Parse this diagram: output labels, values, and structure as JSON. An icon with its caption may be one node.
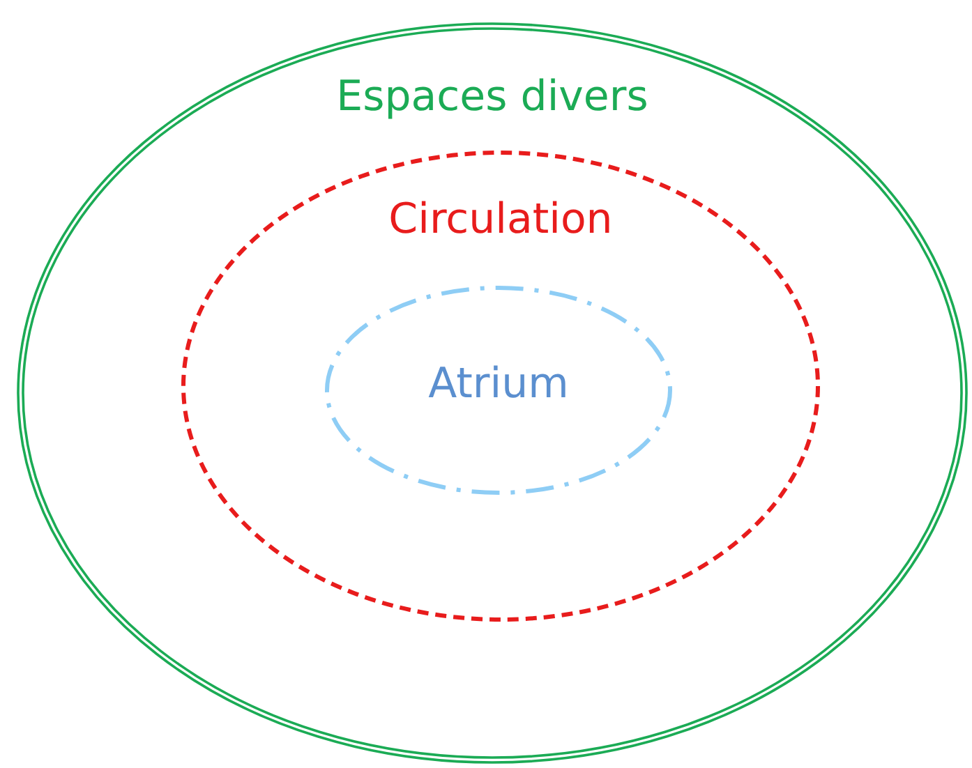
{
  "diagram": {
    "nodes": [
      {
        "text": [
          "Espaces divers"
        ]
      },
      {
        "text": [
          "Circulation"
        ],
        "in": 0
      },
      {
        "text": [
          "Atrium"
        ],
        "in": 1
      }
    ]
  }
}
